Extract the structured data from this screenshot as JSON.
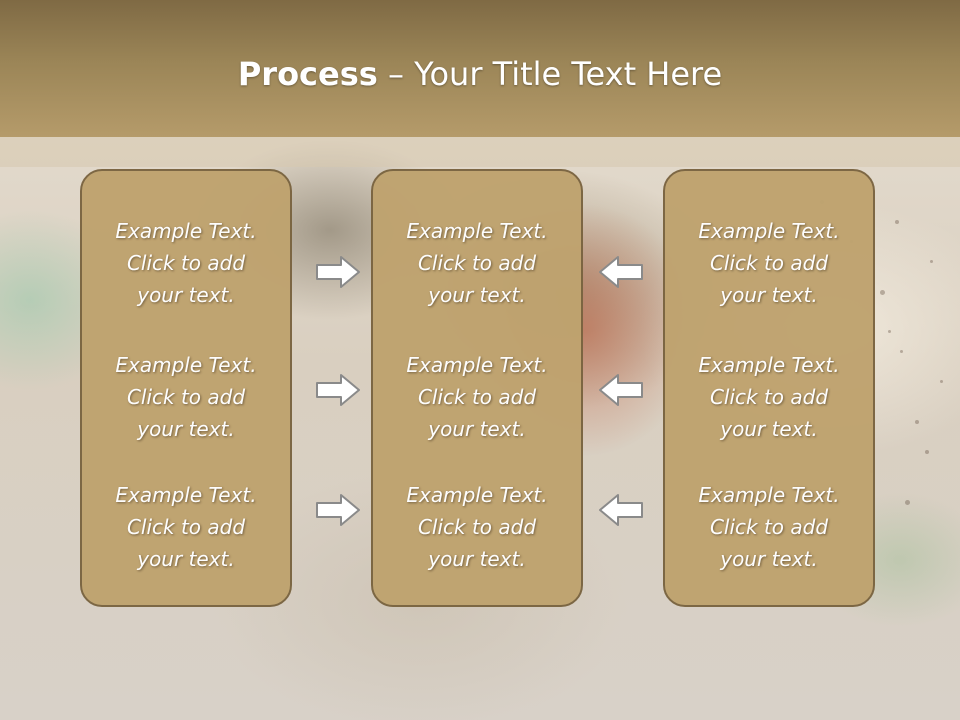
{
  "slide": {
    "title_bold": "Process",
    "title_rest": " – Your Title Text Here"
  },
  "columns": [
    {
      "items": [
        {
          "line1": "Example Text.",
          "line2": "Click  to add",
          "line3": "your text."
        },
        {
          "line1": "Example Text.",
          "line2": "Click  to add",
          "line3": "your text."
        },
        {
          "line1": "Example Text.",
          "line2": "Click  to add",
          "line3": "your text."
        }
      ]
    },
    {
      "items": [
        {
          "line1": "Example Text.",
          "line2": "Click  to add",
          "line3": "your text."
        },
        {
          "line1": "Example Text.",
          "line2": "Click  to add",
          "line3": "your text."
        },
        {
          "line1": "Example Text.",
          "line2": "Click  to add",
          "line3": "your text."
        }
      ]
    },
    {
      "items": [
        {
          "line1": "Example Text.",
          "line2": "Click  to add",
          "line3": "your text."
        },
        {
          "line1": "Example Text.",
          "line2": "Click  to add",
          "line3": "your text."
        },
        {
          "line1": "Example Text.",
          "line2": "Click  to add",
          "line3": "your text."
        }
      ]
    }
  ],
  "arrows": {
    "left_group": "right-arrow-icon",
    "right_group": "left-arrow-icon"
  },
  "colors": {
    "title_bar": "#9b8557",
    "box_fill": "#bfa36f",
    "box_border": "#7a6440",
    "text": "#ffffff"
  }
}
